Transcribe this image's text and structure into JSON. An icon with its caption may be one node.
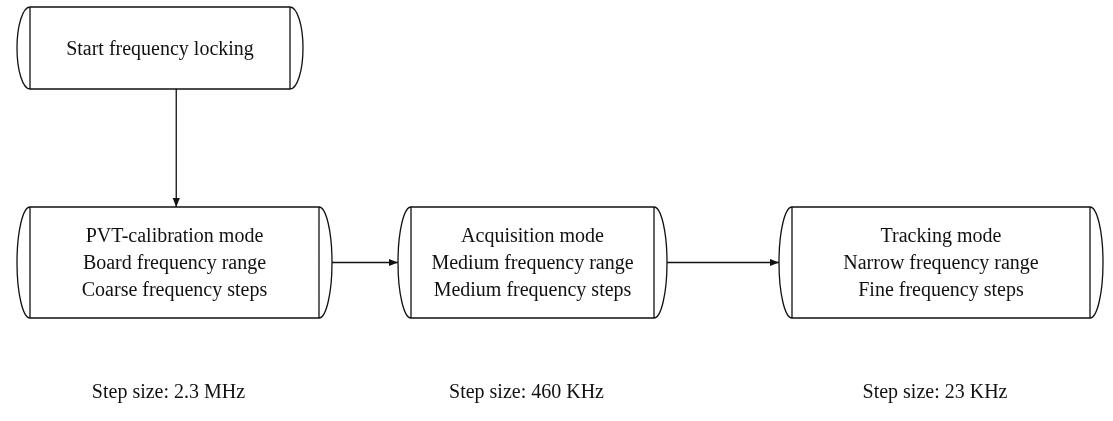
{
  "diagram": {
    "nodes": [
      {
        "text": [
          "Start frequency locking"
        ]
      },
      {
        "text": [
          "PVT-calibration mode",
          "Board frequency range",
          "Coarse frequency steps"
        ],
        "beside": [
          "Step size: 2.3 MHz"
        ]
      },
      {
        "text": [
          "Acquisition mode",
          "Medium frequency range",
          "Medium frequency steps"
        ],
        "beside": [
          "Step size: 460 KHz"
        ]
      },
      {
        "text": [
          "Tracking mode",
          "Narrow frequency range",
          "Fine frequency steps"
        ],
        "beside": [
          "Step size: 23 KHz"
        ]
      }
    ],
    "edges": [
      {
        "from": 0,
        "to": 1,
        "arrow": "to"
      },
      {
        "from": 1,
        "to": 2,
        "arrow": "to"
      },
      {
        "from": 2,
        "to": 3,
        "arrow": "to"
      }
    ]
  }
}
